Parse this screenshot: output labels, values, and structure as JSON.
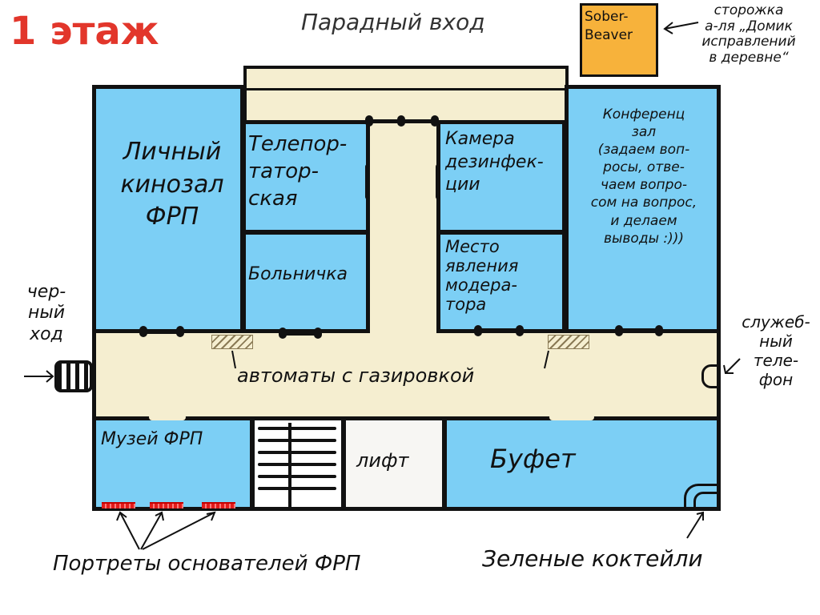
{
  "floor_title": "1 этаж",
  "main_entrance": "Парадный вход",
  "guardhouse": {
    "sign": "Sober-\nBeaver",
    "note": "сторожка\nа-ля „Домик\nисправлений\nв деревне“"
  },
  "rooms": {
    "cinema": "Личный\nкинозал\nФРП",
    "teleport": "Телепор-\nтатор-\nская",
    "hospital": "Больничка",
    "disinfection": "Камера\nдезинфек-\nции",
    "moderator": "Место\nявления\nмодера-\nтора",
    "conference": "Конференц\nзал\n(задаем воп-\nросы, отве-\nчаем вопро-\nсом на вопрос,\nи делаем\nвыводы :)))",
    "museum": "Музей ФРП",
    "lift": "лифт",
    "buffet": "Буфет"
  },
  "labels": {
    "back_door": "чер-\nный\nход",
    "vending": "автоматы с газировкой",
    "service_phone": "служеб-\nный\nтеле-\nфон",
    "portraits": "Портреты основателей ФРП",
    "cocktails": "Зеленые коктейли"
  },
  "colors": {
    "room": "#7ccff5",
    "corridor": "#f5eed0",
    "guardhouse": "#f7b23b",
    "portraits": "#e21b1b",
    "lift": "#f7f6f3",
    "title": "#e2362b"
  }
}
